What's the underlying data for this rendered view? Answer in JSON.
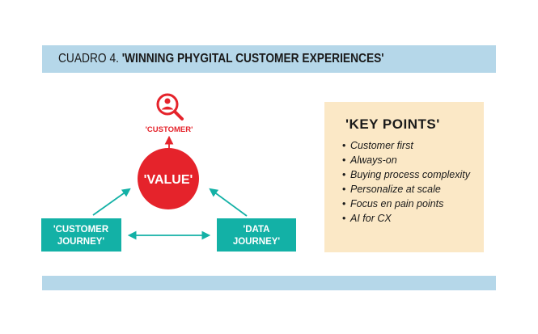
{
  "header": {
    "prefix": "CUADRO 4. ",
    "title": "'WINNING PHYGITAL CUSTOMER EXPERIENCES'"
  },
  "diagram": {
    "customer_label": "'CUSTOMER'",
    "value_label": "'VALUE'",
    "customer_journey_line1": "'CUSTOMER",
    "customer_journey_line2": "JOURNEY'",
    "data_journey_line1": "'DATA",
    "data_journey_line2": "JOURNEY'",
    "customer_icon": "search-user-icon"
  },
  "key_points": {
    "title": "'KEY POINTS'",
    "items": [
      "Customer first",
      "Always-on",
      "Buying process complexity",
      "Personalize at scale",
      "Focus en pain points",
      "AI for CX"
    ]
  },
  "colors": {
    "banner": "#b5d7e9",
    "red": "#e5232b",
    "teal": "#13b1a6",
    "keypoints_bg": "#fbe8c6"
  }
}
